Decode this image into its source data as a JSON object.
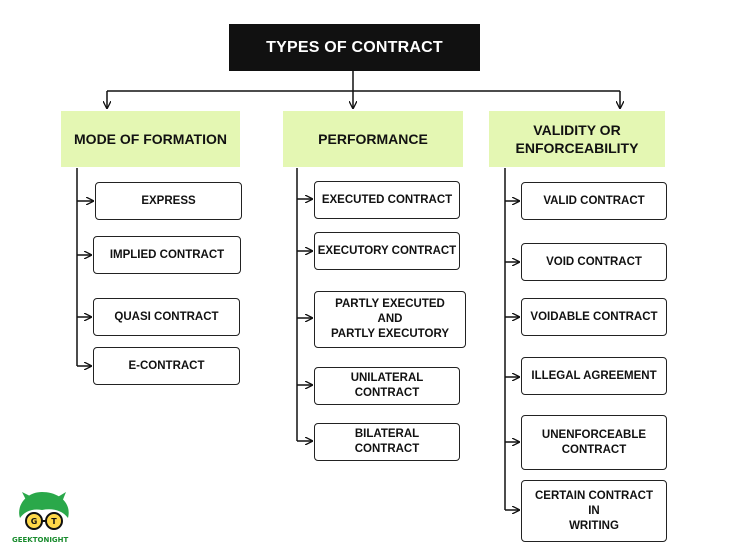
{
  "title": "TYPES OF CONTRACT",
  "columns": [
    {
      "heading": "MODE OF FORMATION",
      "items": [
        "EXPRESS",
        "IMPLIED CONTRACT",
        "QUASI CONTRACT",
        "E-CONTRACT"
      ]
    },
    {
      "heading": "PERFORMANCE",
      "items": [
        "EXECUTED CONTRACT",
        "EXECUTORY CONTRACT",
        "PARTLY EXECUTED\nAND\nPARTLY EXECUTORY",
        "UNILATERAL\nCONTRACT",
        "BILATERAL\nCONTRACT"
      ]
    },
    {
      "heading": "VALIDITY OR\nENFORCEABILITY",
      "items": [
        "VALID CONTRACT",
        "VOID CONTRACT",
        "VOIDABLE CONTRACT",
        "ILLEGAL AGREEMENT",
        "UNENFORCEABLE\nCONTRACT",
        "CERTAIN CONTRACT\nIN\nWRITING"
      ]
    }
  ],
  "logo": {
    "text": "GEEKTONIGHT",
    "color": "#1a8c2e",
    "icon": "geektonight-logo"
  },
  "colors": {
    "category_bg": "#e4f7b3",
    "title_bg": "#111111"
  }
}
